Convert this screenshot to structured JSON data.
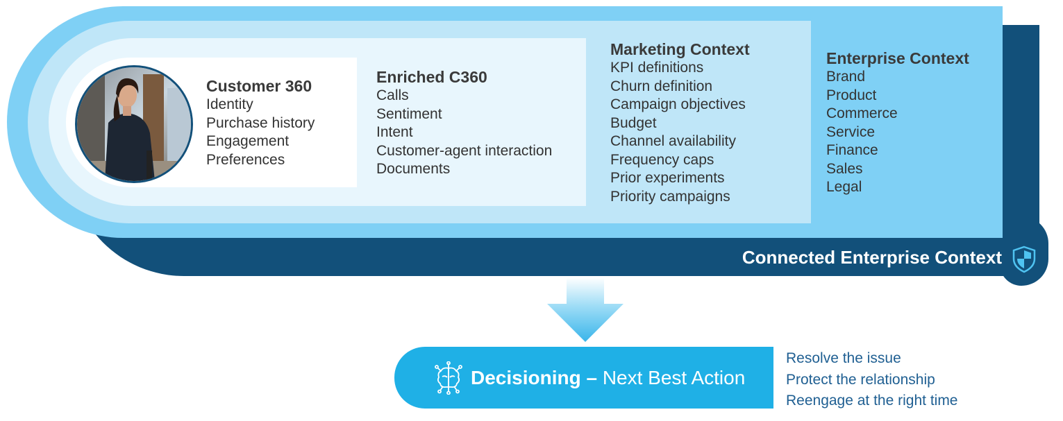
{
  "colors": {
    "navy": "#12507a",
    "enterprise_layer": "#7fd0f5",
    "marketing_layer": "#bfe6f8",
    "enriched_layer": "#e8f6fd",
    "decision_blue": "#1fb0e6",
    "outcome_text": "#1f5f92"
  },
  "icons": {
    "portrait": "customer-photo",
    "shield": "shield-icon",
    "arrow": "down-arrow-icon",
    "brain": "brain-circuit-icon"
  },
  "customer360": {
    "title": "Customer 360",
    "items": [
      "Identity",
      "Purchase history",
      "Engagement",
      "Preferences"
    ]
  },
  "enriched": {
    "title": "Enriched C360",
    "items": [
      "Calls",
      "Sentiment",
      "Intent",
      "Customer-agent interaction",
      "Documents"
    ]
  },
  "marketing": {
    "title": "Marketing Context",
    "items": [
      "KPI definitions",
      "Churn definition",
      "Campaign objectives",
      "Budget",
      "Channel availability",
      "Frequency caps",
      "Prior experiments",
      "Priority campaigns"
    ]
  },
  "enterprise": {
    "title": "Enterprise Context",
    "items": [
      "Brand",
      "Product",
      "Commerce",
      "Service",
      "Finance",
      "Sales",
      "Legal"
    ]
  },
  "connected_label": "Connected Enterprise Context",
  "decision": {
    "bold": "Decisioning –",
    "rest": " Next Best Action"
  },
  "outcomes": [
    "Resolve the issue",
    "Protect the relationship",
    "Reengage at the right time"
  ]
}
